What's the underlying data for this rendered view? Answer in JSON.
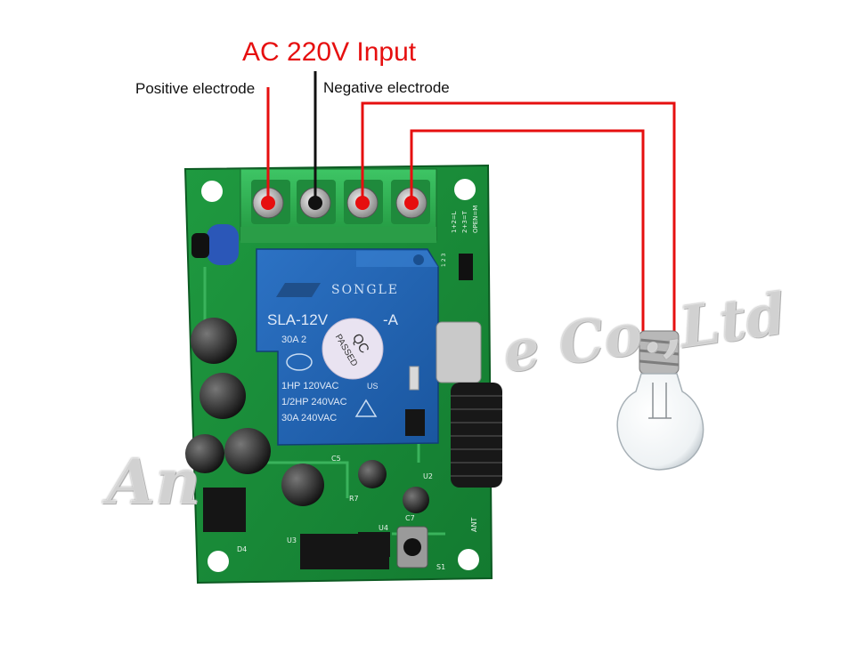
{
  "title": "AC 220V Input",
  "labels": {
    "positive": "Positive electrode",
    "negative": "Negative electrode"
  },
  "relay": {
    "brand": "SONGLE",
    "model": "SLA-12V",
    "model_suffix": "-A",
    "rating_top": "30A 2",
    "line1": "1HP 120VAC",
    "line2": "1/2HP 240VAC",
    "line3": "30A 240VAC",
    "us_mark": "US"
  },
  "qc_sticker": {
    "line1": "QC",
    "line2": "PASSED"
  },
  "board_marks": {
    "jumper_top": "1+2=L",
    "jumper_mid": "2+3=T",
    "jumper_code": "OPEN=M",
    "jumper_pins": "1 2 3",
    "ant": "ANT",
    "s1": "S1",
    "c7": "C7",
    "u2": "U2",
    "u3": "U3",
    "u4": "U4",
    "d4": "D4",
    "c5": "C5",
    "r7": "R7"
  },
  "watermark": {
    "left": "An",
    "right": "e Co.,Ltd"
  },
  "colors": {
    "wire_red": "#e60f0f",
    "wire_black": "#111111",
    "pcb": "#1d8a3a",
    "terminal": "#2fae4f",
    "relay": "#2565b5"
  }
}
